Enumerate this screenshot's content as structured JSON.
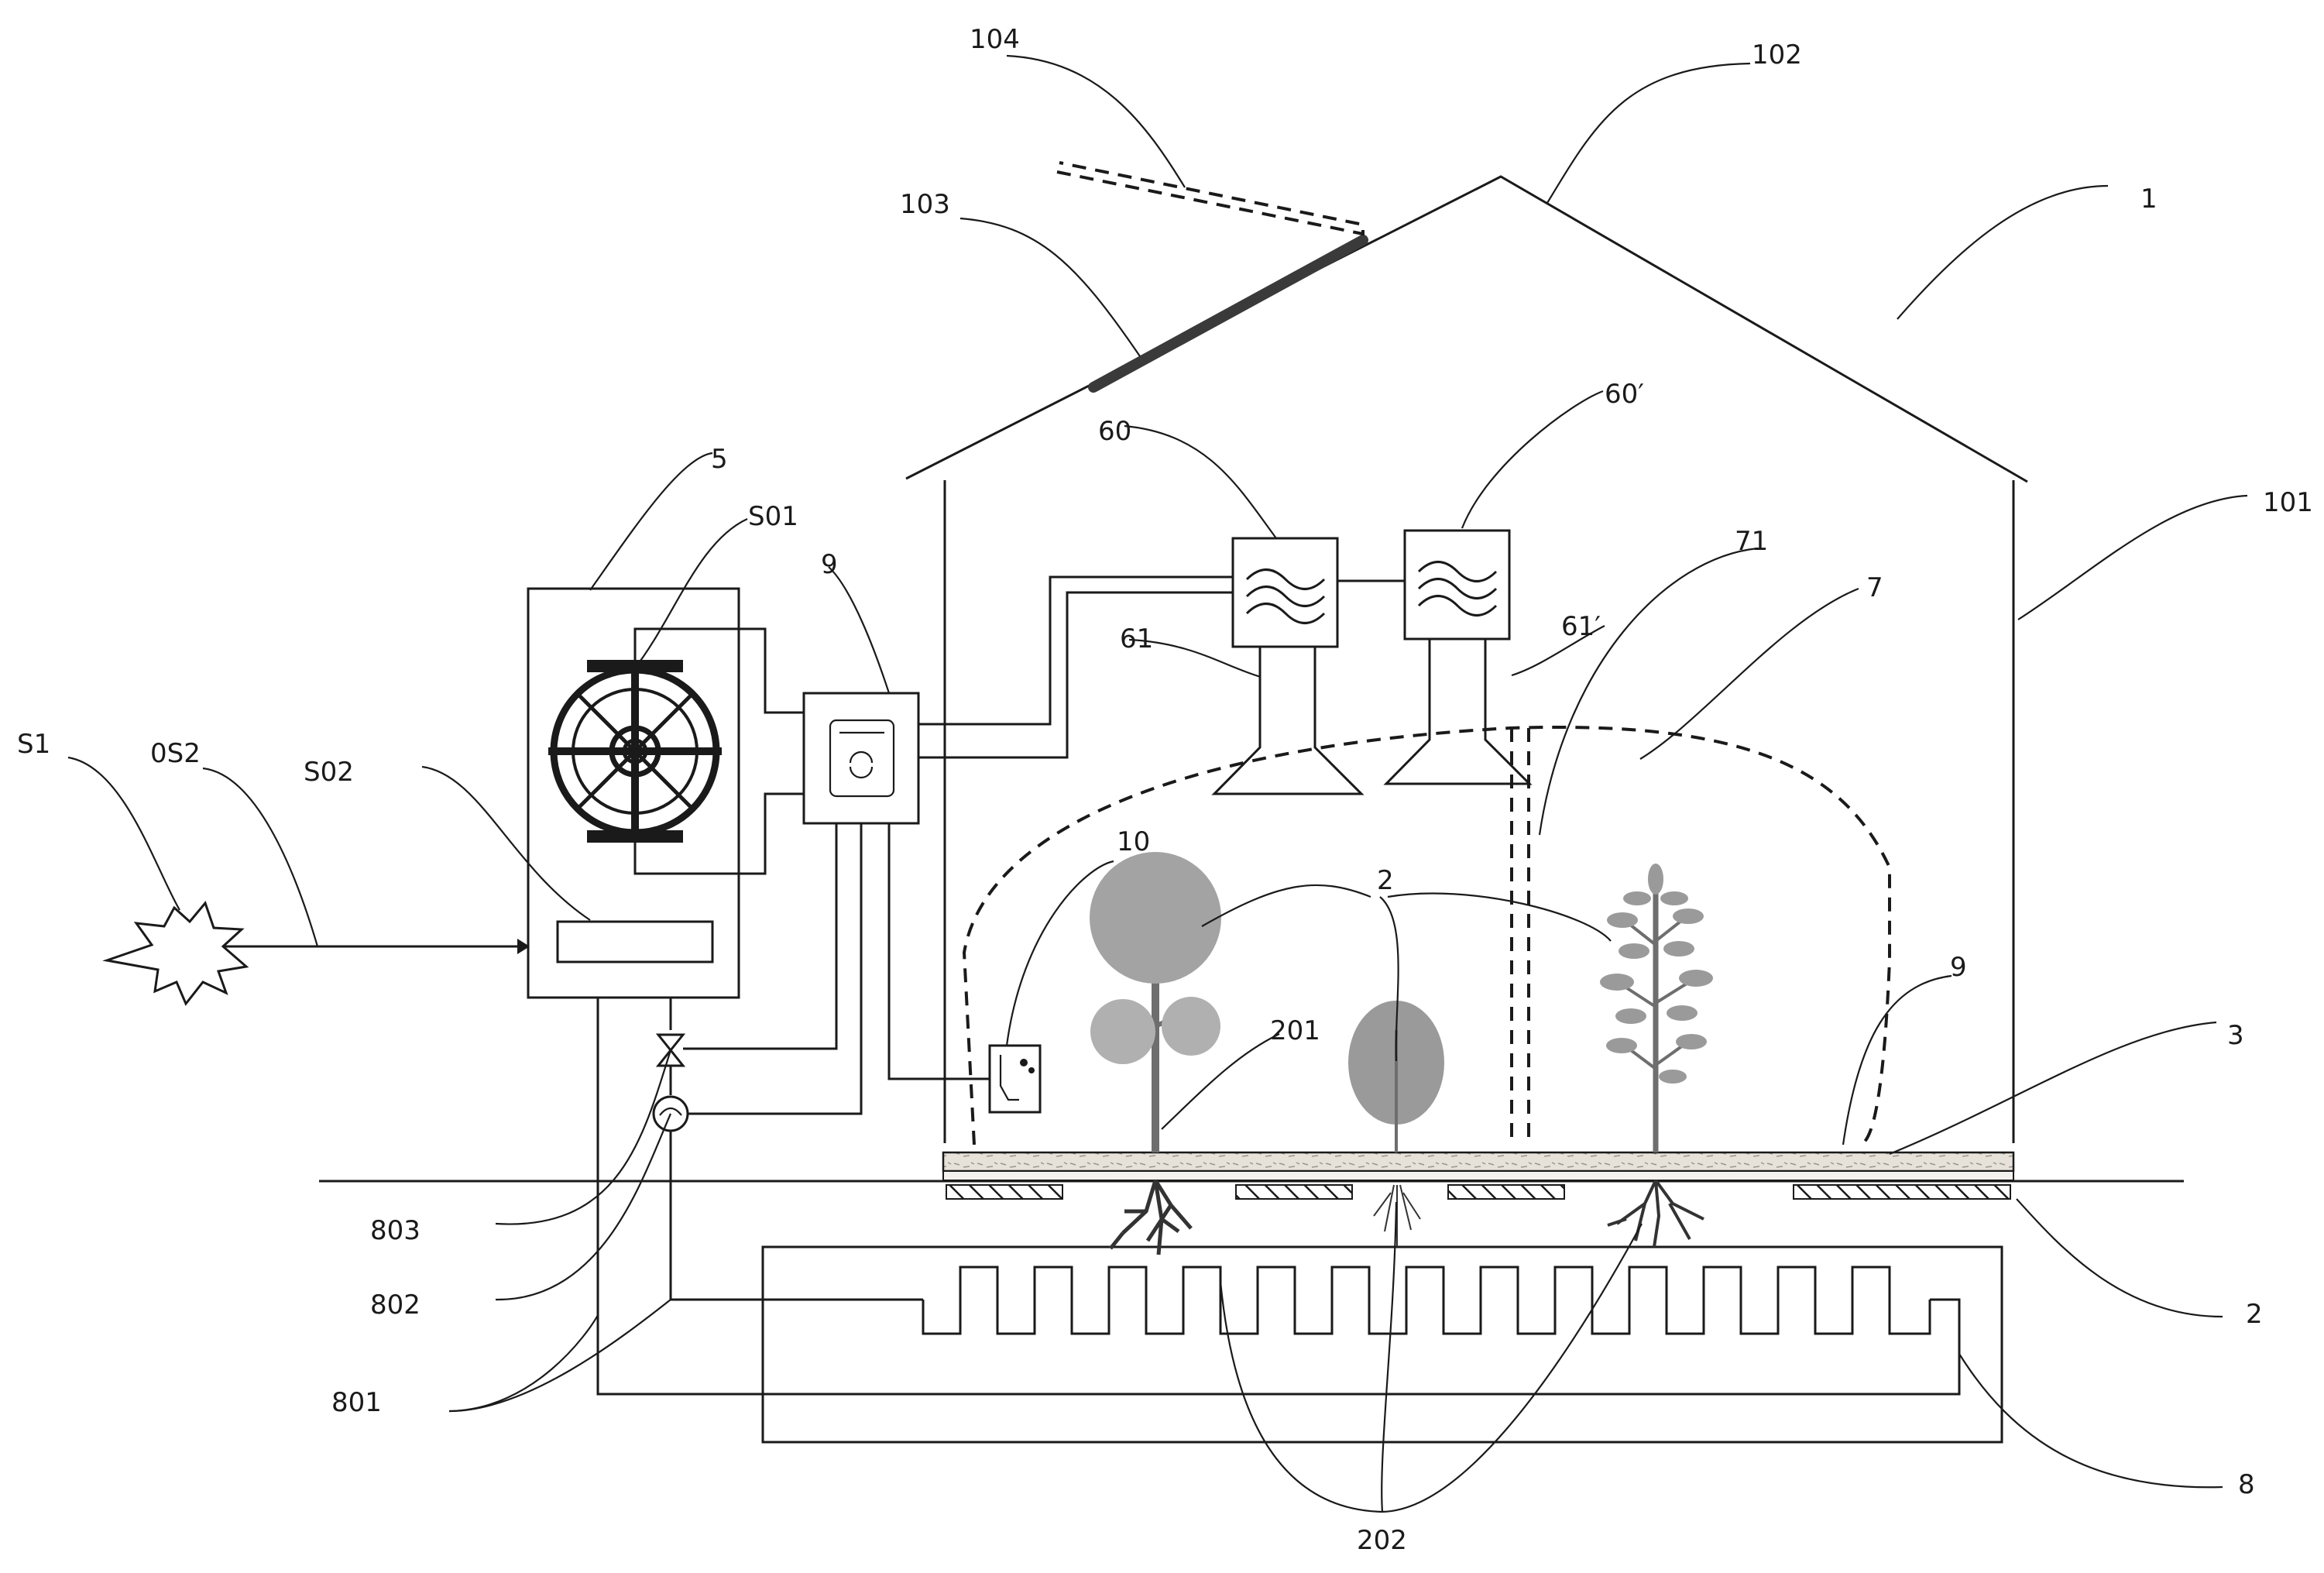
{
  "labels": {
    "l104": "104",
    "l102": "102",
    "l1": "1",
    "l103": "103",
    "l60p": "60′",
    "l60": "60",
    "l5": "5",
    "l101": "101",
    "lS01": "S01",
    "l9a": "9",
    "l71": "71",
    "l7": "7",
    "l61": "61",
    "l61p": "61′",
    "lS1": "S1",
    "l0S2": "0S2",
    "lS02": "S02",
    "l10": "10",
    "l2a": "2",
    "l9b": "9",
    "l3": "3",
    "l201": "201",
    "l803": "803",
    "l802": "802",
    "l2b": "2",
    "l801": "801",
    "l8": "8",
    "l202": "202"
  },
  "colors": {
    "line": "#1a1a1a",
    "panel": "#3a3a3a",
    "foliage": "#9a9a9a",
    "foliage_light": "#b0b0b0",
    "trunk": "#6e6e6e",
    "soil": "#dedad2"
  }
}
